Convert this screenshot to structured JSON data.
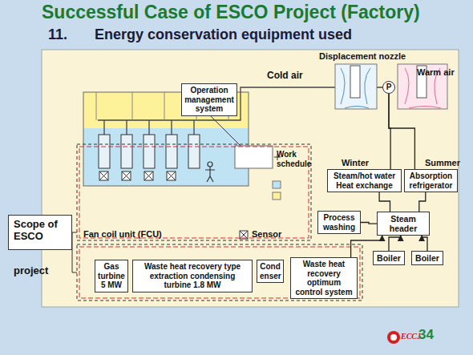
{
  "diagram": {
    "title": "Successful Case of ESCO Project (Factory)",
    "nodes": [
      {
        "text": [
          "Operation management system"
        ]
      },
      {
        "text": [
          "P"
        ]
      },
      {
        "text": [
          "Steam/hot water Heat exchange"
        ]
      },
      {
        "text": [
          "Absorption refrigerator"
        ]
      },
      {
        "text": [
          "Process washing"
        ]
      },
      {
        "text": [
          "Steam header"
        ]
      },
      {
        "text": [
          "Scope of ESCO",
          "project"
        ]
      },
      {
        "text": [
          "Boiler"
        ]
      },
      {
        "text": [
          "Boiler"
        ]
      },
      {
        "text": [
          "Gas turbine 5 MW"
        ]
      },
      {
        "text": [
          "Waste heat recovery type extraction condensing turbine 1.8 MW"
        ]
      },
      {
        "text": [
          "Cond enser"
        ]
      },
      {
        "text": [
          "Waste heat recovery optimum control system"
        ]
      }
    ],
    "edges": [
      {
        "from": 7,
        "to": 5,
        "arrow": "to"
      },
      {
        "from": 8,
        "to": 5,
        "arrow": "to"
      },
      {
        "from": 5,
        "to": 4,
        "arrow": "none"
      },
      {
        "from": 5,
        "to": 2,
        "arrow": "none"
      },
      {
        "from": 5,
        "to": 3,
        "arrow": "none"
      },
      {
        "from": 2,
        "to": 1,
        "arrow": "none"
      },
      {
        "from": 3,
        "to": 1,
        "arrow": "none"
      },
      {
        "from": 12,
        "to": 5,
        "arrow": "to"
      }
    ],
    "labels": [
      "11.",
      "Energy conservation equipment used",
      "Displacement nozzle",
      "Warm air",
      "Cold air",
      "Winter",
      "Summer",
      "Work schedule",
      "Fan coil unit (FCU)",
      "Sensor",
      "ECCJ",
      "34"
    ]
  }
}
